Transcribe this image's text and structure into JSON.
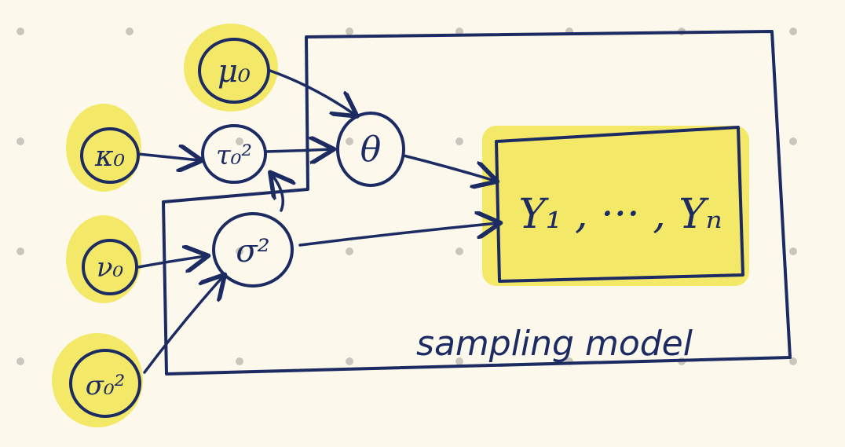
{
  "colors": {
    "ink": "#1d2b63",
    "highlight": "#f4e868",
    "paper": "#fcf9ec",
    "dot": "#c9c6bd"
  },
  "nodes": {
    "mu0": {
      "label": "μ₀",
      "observed": true
    },
    "kappa0": {
      "label": "κ₀",
      "observed": true
    },
    "nu0": {
      "label": "ν₀",
      "observed": true
    },
    "sigma0sq": {
      "label": "σ₀²",
      "observed": true
    },
    "tau0sq": {
      "label": "τ₀²",
      "observed": false
    },
    "theta": {
      "label": "θ",
      "observed": false
    },
    "sigmasq": {
      "label": "σ²",
      "observed": false
    },
    "data": {
      "label": "Y₁ , ··· , Yₙ",
      "observed": true
    }
  },
  "plate": {
    "label": "sampling model"
  }
}
